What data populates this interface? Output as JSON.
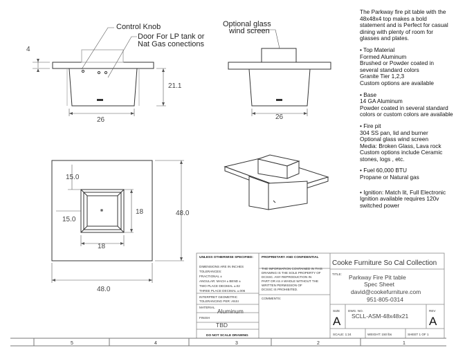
{
  "labels": {
    "control_knob": "Control Knob",
    "door_line1": "Door For LP tank or",
    "door_line2": "Nat Gas conections",
    "optional_glass_line1": "Optional glass",
    "optional_glass_line2": "wind screen"
  },
  "dimensions": {
    "top_thickness": "4",
    "height": "21.1",
    "base_width_front": "26",
    "base_width_side": "26",
    "top_offset": "15.0",
    "left_offset": "15.0",
    "pit_height": "18",
    "pit_width": "18",
    "overall_depth": "48.0",
    "overall_width": "48.0"
  },
  "notes": {
    "intro": "The Parkway fire pit table with the 48x48x4 top makes a bold statement and is Perfect for casual dining with plenty of room for glasses and plates.",
    "top_material": [
      "• Top Material",
      "Formed Aluminum",
      "Brushed or Powder coated in several standard colors",
      "Granite Tier 1,2,3",
      "Custom options are available"
    ],
    "base": [
      "• Base",
      "14 GA Aluminum",
      "Powder coated in several standard colors or custom colors are available"
    ],
    "fire_pit": [
      "• Fire pit",
      "304 SS pan, lid and burner",
      "Optional glass wind screen",
      "Media: Broken Glass, Lava rock",
      "Custom options include Ceramic stones, logs , etc."
    ],
    "fuel": [
      "• Fuel 60,000 BTU",
      "Propane or Natural gas"
    ],
    "ignition": [
      "•  Ignition: Match lit, Full Electronic Ignition available requires 120v switched power"
    ]
  },
  "title_block": {
    "unless_specified": "UNLESS OTHERWISE SPECIFIED:",
    "dims_in_inches": "DIMENSIONS ARE IN INCHES",
    "tolerances": "TOLERANCES:",
    "fractional": "FRACTIONAL ±",
    "angular": "ANGULAR: MACH ±  BEND ±",
    "two_place": "TWO PLACE DECIMAL    ±.02",
    "three_place": "THREE PLACE DECIMAL    ±.006",
    "interpret_1": "INTERPRET GEOMETRIC",
    "interpret_2": "TOLERANCING PER: ANSI",
    "material_label": "MATERIAL",
    "material_value": "Aluminum",
    "finish_label": "FINISH",
    "finish_value": "TBD",
    "do_not_scale": "DO NOT SCALE DRAWING",
    "proprietary": "PROPRIETARY AND CONFIDENTIAL",
    "prop_text": [
      "THE INFORMATION CONTAINED IN THIS",
      "DRAWING IS THE SOLE PROPERTY OF",
      "DCSSC.  ANY REPRODUCTION IN",
      "PART OR AS A WHOLE WITHOUT THE",
      "WRITTEN PERMISSION OF",
      "DCSSC IS PROHIBITED."
    ],
    "comments": "COMMENTS:",
    "company": "Cooke Furniture So Cal Collection",
    "title_label": "TITLE:",
    "title_line1": "Parkway Fire Pit table",
    "title_line2": "Spec Sheet",
    "email": "david@cookefurniture.com",
    "phone": "951-805-0314",
    "size_label": "SIZE",
    "size_value": "A",
    "dwg_label": "DWG.  NO.",
    "dwg_value": "SCLL-ASM-48x48x21",
    "rev_label": "REV",
    "rev_value": "A",
    "scale": "SCALE: 1:24",
    "weight": "WEIGHT: 150 lbs",
    "sheet": "SHEET 1 OF 1"
  },
  "zones": [
    "5",
    "4",
    "3",
    "2",
    "1"
  ]
}
